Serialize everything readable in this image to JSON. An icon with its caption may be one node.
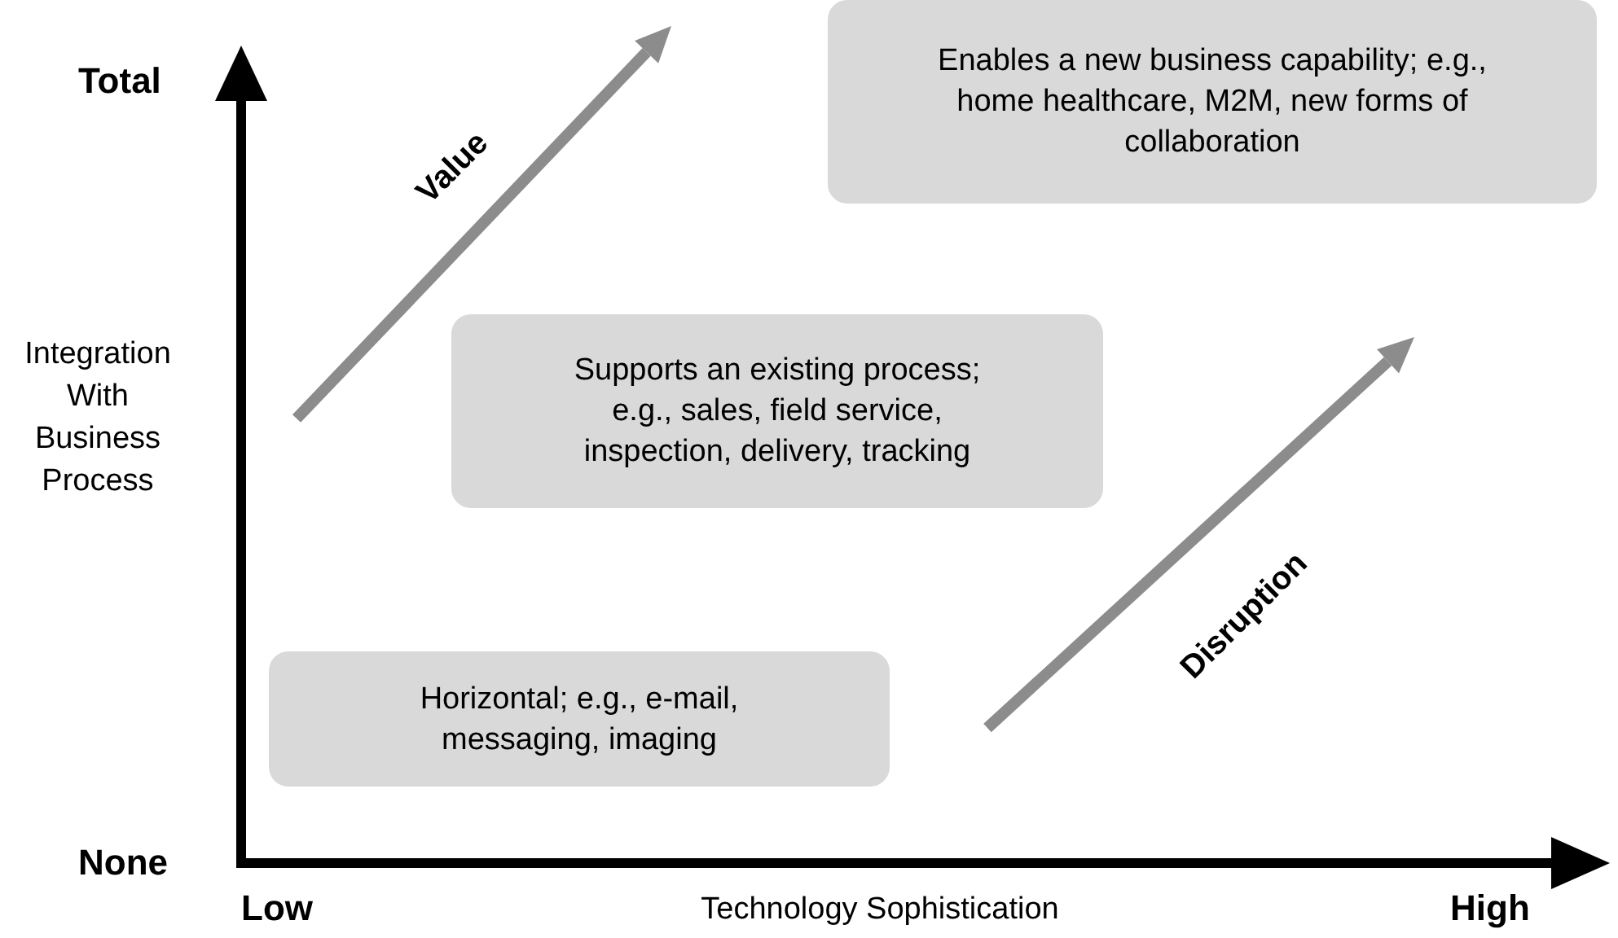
{
  "diagram": {
    "nodes": [
      {
        "text": [
          "Enables a new business capability; e.g., home healthcare, M2M, new forms of collaboration"
        ]
      },
      {
        "text": [
          "Supports an existing process; e.g., sales, field service, inspection, delivery, tracking"
        ]
      },
      {
        "text": [
          "Horizontal; e.g., e-mail, messaging, imaging"
        ]
      }
    ],
    "labels": [
      "Total",
      "Value",
      "Integration With Business Process",
      "Disruption",
      "None",
      "Low",
      "Technology Sophistication",
      "High"
    ]
  }
}
